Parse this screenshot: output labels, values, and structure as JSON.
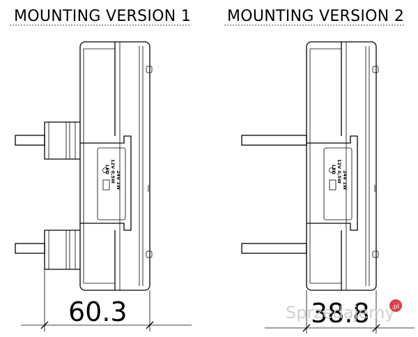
{
  "titles": {
    "version1": "MOUNTING VERSION 1",
    "version2": "MOUNTING VERSION 2"
  },
  "dimensions": {
    "version1": "60.3",
    "version2": "38.8"
  },
  "labels": {
    "led": "LED",
    "rating_12v": "12V 0,5W",
    "rating_24v": "24V 1W"
  },
  "watermark": {
    "text": "Sprzedajemy",
    "tld": ".pl"
  }
}
